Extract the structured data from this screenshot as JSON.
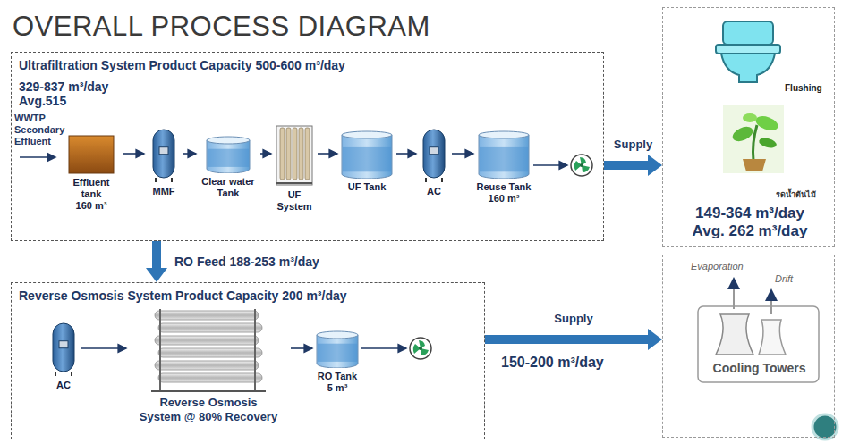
{
  "diagram": {
    "title": "OVERALL PROCESS DIAGRAM",
    "nodes": [
      {
        "text": [
          "Ultrafiltration System Product Capacity 500-600 m³/day",
          "329-837 m³/day Avg.515"
        ]
      },
      {
        "text": [
          "Effluent tank",
          "160 m³"
        ],
        "in": 0
      },
      {
        "text": [
          "MMF"
        ],
        "in": 0
      },
      {
        "text": [
          "Clear water Tank"
        ],
        "in": 0
      },
      {
        "text": [
          "UF System"
        ],
        "in": 0
      },
      {
        "text": [
          "UF Tank"
        ],
        "in": 0
      },
      {
        "text": [
          "AC"
        ],
        "in": 0
      },
      {
        "text": [
          "Reuse Tank",
          "160 m³"
        ],
        "in": 0
      },
      {
        "text": [
          "Flushing",
          "รดน้ำต้นไม้",
          "149-364 m³/day Avg. 262 m³/day"
        ]
      },
      {
        "text": [
          "Reverse Osmosis System Product Capacity 200 m³/day"
        ]
      },
      {
        "text": [
          "AC"
        ],
        "in": 9
      },
      {
        "text": [
          "Reverse Osmosis System @ 80% Recovery"
        ],
        "in": 9
      },
      {
        "text": [
          "RO Tank",
          "5 m³"
        ],
        "in": 9
      },
      {
        "text": [
          "Cooling Towers"
        ]
      }
    ],
    "edges": [
      {
        "from": 1,
        "to": 2,
        "arrow": "to"
      },
      {
        "from": 2,
        "to": 3,
        "arrow": "to"
      },
      {
        "from": 3,
        "to": 4,
        "arrow": "to"
      },
      {
        "from": 4,
        "to": 5,
        "arrow": "to"
      },
      {
        "from": 5,
        "to": 6,
        "arrow": "to"
      },
      {
        "from": 6,
        "to": 7,
        "arrow": "to"
      },
      {
        "from": 0,
        "to": 8,
        "label": "Supply",
        "arrow": "to"
      },
      {
        "from": 0,
        "to": 9,
        "label": "RO Feed 188-253 m³/day",
        "arrow": "to"
      },
      {
        "from": 10,
        "to": 11,
        "arrow": "to"
      },
      {
        "from": 11,
        "to": 12,
        "arrow": "to"
      },
      {
        "from": 9,
        "to": 13,
        "label": "Supply",
        "arrow": "to"
      }
    ],
    "labels": [
      "WWTP Secondary Effluent",
      "150-200 m³/day",
      "Evaporation",
      "Drift"
    ]
  }
}
